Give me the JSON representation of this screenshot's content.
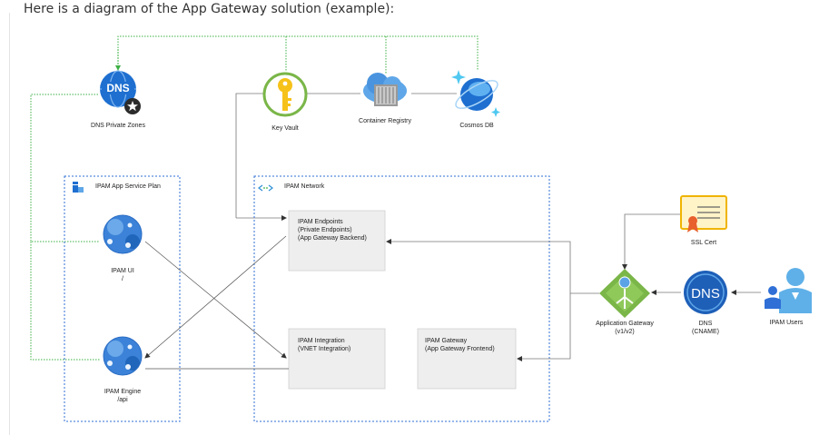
{
  "heading": "Here is a diagram of the App Gateway solution (example):",
  "nodes": {
    "dns_private_zones": "DNS Private Zones",
    "key_vault": "Key Vault",
    "container_registry": "Container Registry",
    "cosmos_db": "Cosmos DB",
    "ipam_ui": [
      "IPAM UI",
      "/"
    ],
    "ipam_engine": [
      "IPAM Engine",
      "/api"
    ],
    "ssl_cert": "SSL Cert",
    "application_gateway": [
      "Application Gateway",
      "(v1/v2)"
    ],
    "dns_cname": [
      "DNS",
      "(CNAME)"
    ],
    "ipam_users": "IPAM Users"
  },
  "groups": {
    "app_service_plan": "IPAM App Service Plan",
    "network": "IPAM Network"
  },
  "boxes": {
    "endpoints": [
      "IPAM Endpoints",
      "(Private Endpoints)",
      "(App Gateway Backend)"
    ],
    "integration": [
      "IPAM Integration",
      "(VNET Integration)"
    ],
    "gateway": [
      "IPAM Gateway",
      "(App Gateway Frontend)"
    ]
  },
  "icon_text": {
    "dns_private": "DNS",
    "dns_cname": "DNS"
  },
  "colors": {
    "green_dotted": "#3cb043",
    "blue_dashed": "#2f6fd6",
    "box_fill": "#eeeeee",
    "azure_blue": "#1e6fd0",
    "gateway_green": "#7ab648",
    "key_yellow": "#f6c21a"
  }
}
